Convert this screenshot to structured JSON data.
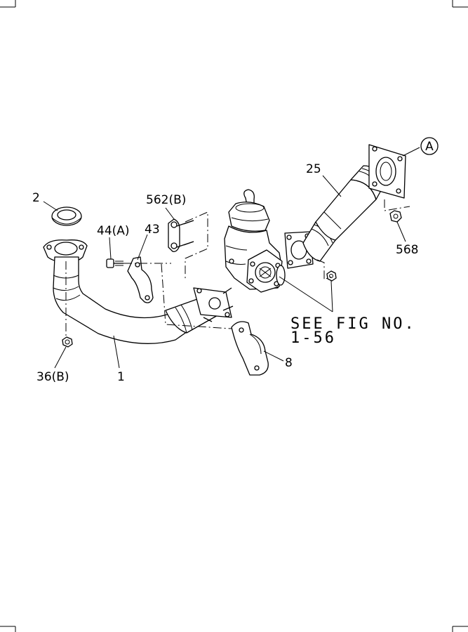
{
  "callouts": {
    "c2": "2",
    "c562b": "562(B)",
    "c44a": "44(A)",
    "c43": "43",
    "c25": "25",
    "cA": "A",
    "c568": "568",
    "c36b": "36(B)",
    "c1": "1",
    "c8": "8"
  },
  "note": {
    "line1": "SEE FIG NO.",
    "line2": "1-56"
  }
}
